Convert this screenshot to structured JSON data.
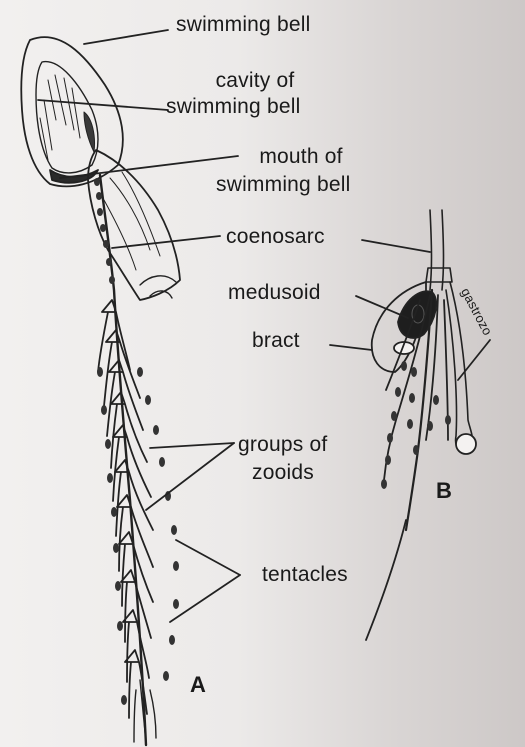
{
  "figure": {
    "labels": {
      "swimming_bell": "swimming bell",
      "cavity_line1": "cavity of",
      "cavity_line2": "swimming bell",
      "mouth_line1": "mouth of",
      "mouth_line2": "swimming bell",
      "coenosarc": "coenosarc",
      "medusoid": "medusoid",
      "gastrozooid": "gastrozo",
      "bract": "bract",
      "groups_line1": "groups of",
      "groups_line2": "zooids",
      "tentacles": "tentacles",
      "panel_a": "A",
      "panel_b": "B"
    }
  }
}
